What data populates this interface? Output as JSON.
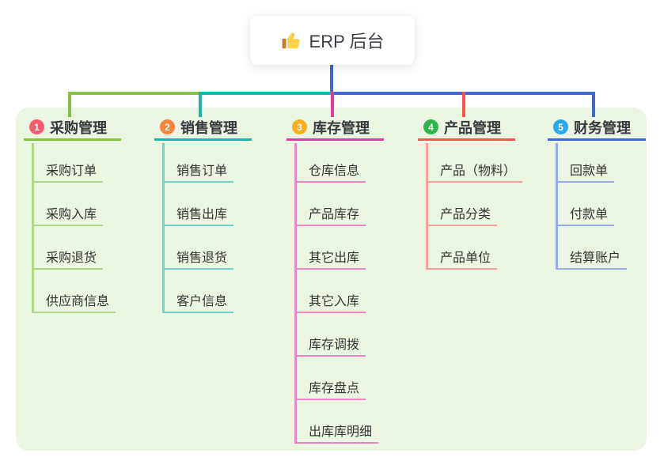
{
  "root": {
    "label": "ERP 后台",
    "icon": "thumbs-up-icon"
  },
  "colors": {
    "page_bg": "#ffffff",
    "panel_bg": "#eaf6e2",
    "root_line": "#4366d5",
    "header_text": "#36393f",
    "child_text": "#333333"
  },
  "branches": [
    {
      "index": "1",
      "label": "采购管理",
      "badge_color": "#f85a6e",
      "line_color": "#86c046",
      "child_line_color": "#b0d68a",
      "children": [
        "采购订单",
        "采购入库",
        "采购退货",
        "供应商信息"
      ]
    },
    {
      "index": "2",
      "label": "销售管理",
      "badge_color": "#f8833c",
      "line_color": "#17b8ac",
      "child_line_color": "#79d0c8",
      "children": [
        "销售订单",
        "销售出库",
        "销售退货",
        "客户信息"
      ]
    },
    {
      "index": "3",
      "label": "库存管理",
      "badge_color": "#fcaf1b",
      "line_color": "#df3d9d",
      "child_line_color": "#ee85c5",
      "children": [
        "仓库信息",
        "产品库存",
        "其它出库",
        "其它入库",
        "库存调拨",
        "库存盘点",
        "出库库明细"
      ]
    },
    {
      "index": "4",
      "label": "产品管理",
      "badge_color": "#2fb44a",
      "line_color": "#f4534e",
      "child_line_color": "#f9a29b",
      "children": [
        "产品（物料）",
        "产品分类",
        "产品单位"
      ]
    },
    {
      "index": "5",
      "label": "财务管理",
      "badge_color": "#29a9e8",
      "line_color": "#4366d5",
      "child_line_color": "#97abe6",
      "children": [
        "回款单",
        "付款单",
        "结算账户"
      ]
    }
  ]
}
